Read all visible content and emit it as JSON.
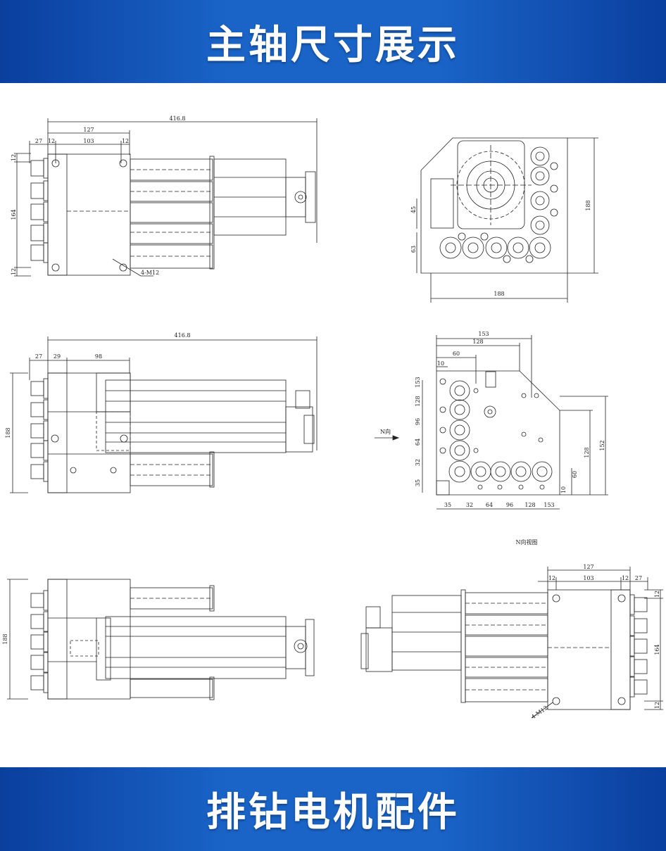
{
  "header": {
    "title": "主轴尺寸展示"
  },
  "footer": {
    "title": "排钻电机配件"
  },
  "colors": {
    "banner": "#1a64c8",
    "banner_dark": "#0a3f9e",
    "line": "#222222"
  },
  "drawings": {
    "top_view": {
      "dim_total": "416.8",
      "dim_127": "127",
      "dim_27": "27",
      "dim_12a": "12",
      "dim_103": "103",
      "dim_12b": "12",
      "dim_164": "164",
      "dim_12c": "12",
      "dim_12d": "12",
      "hole_note": "4-M12"
    },
    "end_view": {
      "dim_45": "45",
      "dim_63": "63",
      "dim_188w": "188",
      "dim_188h": "188"
    },
    "side_view": {
      "dim_total": "416.8",
      "dim_27": "27",
      "dim_29": "29",
      "dim_98": "98",
      "dim_188": "188"
    },
    "n_view": {
      "dim_153": "153",
      "dim_128": "128",
      "dim_60": "60",
      "dim_10": "10",
      "left_153": "153",
      "left_128": "128",
      "left_96": "96",
      "left_64": "64",
      "left_32": "32",
      "left_35": "35",
      "bot_35": "35",
      "bot_32": "32",
      "bot_64": "64",
      "bot_96": "96",
      "bot_128": "128",
      "bot_153": "153",
      "right_152": "152",
      "right_128": "128",
      "right_60": "60",
      "right_10": "10",
      "direction": "N向",
      "caption": "N向视图"
    },
    "lower_left": {
      "dim_188": "188"
    },
    "lower_right": {
      "dim_127": "127",
      "dim_12a": "12",
      "dim_103": "103",
      "dim_12b": "12",
      "dim_27": "27",
      "dim_12c": "12",
      "dim_164": "164",
      "dim_12d": "12",
      "hole_note": "4-M12"
    }
  }
}
